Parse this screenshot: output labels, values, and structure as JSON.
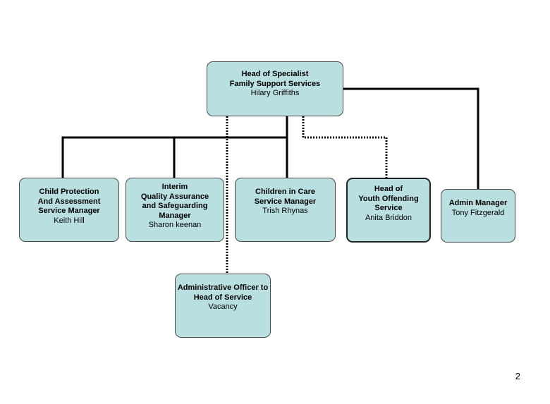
{
  "nodes": {
    "head": {
      "title": "Head of Specialist\nFamily Support Services",
      "name": "Hilary Griffiths"
    },
    "child_protection": {
      "title": "Child Protection\nAnd Assessment\nService Manager",
      "name": "Keith Hill"
    },
    "quality": {
      "title": "Interim\nQuality Assurance\nand Safeguarding\nManager",
      "name": "Sharon keenan"
    },
    "children_care": {
      "title": "Children in Care\nService Manager",
      "name": "Trish Rhynas"
    },
    "youth_offending": {
      "title": "Head of\nYouth Offending\nService",
      "name": "Anita Briddon"
    },
    "admin_manager": {
      "title": "Admin  Manager",
      "name": "Tony Fitzgerald"
    },
    "admin_officer": {
      "title": "Administrative Officer to\nHead of Service",
      "name": "Vacancy"
    }
  },
  "page_number": "2",
  "colors": {
    "box_fill": "#b9dfe1",
    "line": "#000000"
  }
}
